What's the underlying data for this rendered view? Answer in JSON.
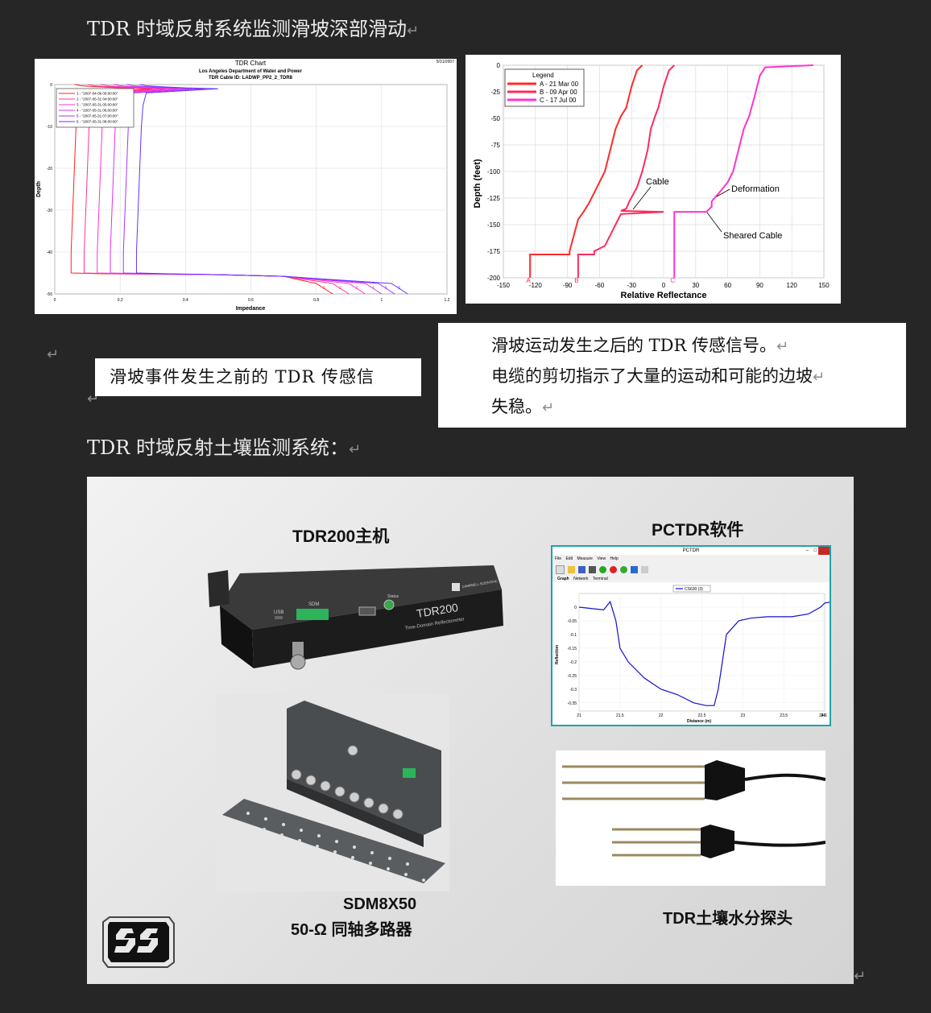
{
  "section1": {
    "title": "TDR 时域反射系统监测滑坡深部滑动"
  },
  "chart_left": {
    "title": "TDR Chart",
    "subtitle1": "Los Angeles Department of Water and Power",
    "subtitle2": "TDR Cable ID: LADWP_PP2_2_TDR8",
    "date": "5/31/2007",
    "xlabel": "Impedance",
    "ylabel": "Depth",
    "xticks": [
      "0",
      "0.2",
      "0.4",
      "0.6",
      "0.8",
      "1",
      "1.2"
    ],
    "yticks": [
      "0",
      "-10",
      "-20",
      "-30",
      "-40",
      "-50"
    ],
    "legend": [
      "1 - \"2007-04-06 00:00:00\"",
      "2 - \"2007-05-31 04:00:00\"",
      "3 - \"2007-05-31 05:00:00\"",
      "4 - \"2007-05-31 06:00:00\"",
      "5 - \"2007-05-31 07:00:00\"",
      "6 - \"2007-05-31 08:00:00\""
    ],
    "end_labels": [
      "1",
      "2",
      "3",
      "4",
      "5",
      "6"
    ]
  },
  "chart_right": {
    "xlabel": "Relative Reflectance",
    "ylabel": "Depth (feet)",
    "xticks": [
      "-150",
      "-120",
      "-90",
      "-60",
      "-30",
      "0",
      "30",
      "60",
      "90",
      "120",
      "150"
    ],
    "yticks": [
      "0",
      "-25",
      "-50",
      "-75",
      "-100",
      "-125",
      "-150",
      "-175",
      "-200"
    ],
    "legend_title": "Legend",
    "legend": [
      "A - 21 Mar 00",
      "B - 09 Apr 00",
      "C - 17 Jul 00"
    ],
    "markers": [
      "A",
      "B",
      "C"
    ],
    "annotations": {
      "cable": "Cable",
      "deformation": "Deformation",
      "sheared": "Sheared Cable"
    }
  },
  "chart_data": [
    {
      "type": "line",
      "title": "TDR Chart",
      "xlabel": "Impedance",
      "ylabel": "Depth",
      "xlim": [
        0,
        1.2
      ],
      "ylim": [
        -50,
        0
      ],
      "series": [
        {
          "name": "1 - \"2007-04-06 00:00:00\"",
          "color": "#ff2020",
          "offset": 0.0,
          "end_impedance": 0.85
        },
        {
          "name": "2 - \"2007-05-31 04:00:00\"",
          "color": "#ff3399",
          "offset": 0.04,
          "end_impedance": 0.9
        },
        {
          "name": "3 - \"2007-05-31 05:00:00\"",
          "color": "#ff33cc",
          "offset": 0.08,
          "end_impedance": 0.95
        },
        {
          "name": "4 - \"2007-05-31 06:00:00\"",
          "color": "#dd33ee",
          "offset": 0.12,
          "end_impedance": 1.0
        },
        {
          "name": "5 - \"2007-05-31 07:00:00\"",
          "color": "#aa33ff",
          "offset": 0.16,
          "end_impedance": 1.04
        },
        {
          "name": "6 - \"2007-05-31 08:00:00\"",
          "color": "#6633ff",
          "offset": 0.2,
          "end_impedance": 1.08
        }
      ],
      "shape_x": [
        0.06,
        0.07,
        0.08,
        0.12,
        0.2,
        0.3,
        0.08,
        0.07,
        0.065,
        0.06,
        0.055,
        0.05,
        0.05,
        0.05
      ],
      "shape_y": [
        0,
        -0.1,
        -0.3,
        -0.5,
        -0.8,
        -1,
        -2,
        -5,
        -10,
        -20,
        -30,
        -40,
        -44,
        -45
      ]
    },
    {
      "type": "line",
      "xlabel": "Relative Reflectance",
      "ylabel": "Depth (feet)",
      "xlim": [
        -150,
        150
      ],
      "ylim": [
        -200,
        0
      ],
      "series": [
        {
          "name": "A - 21 Mar 00",
          "color": "#ff2a2a",
          "x": [
            -20,
            -25,
            -30,
            -35,
            -40,
            -45,
            -50,
            -55,
            -60,
            -65,
            -70,
            -75,
            -80,
            -88,
            -88,
            -110,
            -125,
            -125
          ],
          "y": [
            0,
            -5,
            -20,
            -40,
            -48,
            -60,
            -80,
            -100,
            -110,
            -120,
            -130,
            -138,
            -145,
            -175,
            -178,
            -178,
            -178,
            -200
          ]
        },
        {
          "name": "B - 09 Apr 00",
          "color": "#ff2a5a",
          "x": [
            10,
            5,
            0,
            -5,
            -8,
            -12,
            -15,
            -20,
            -25,
            -32,
            -35,
            -40,
            0,
            -40,
            -45,
            -50,
            -55,
            -65,
            -65,
            -75,
            -80,
            -80
          ],
          "y": [
            0,
            -5,
            -20,
            -40,
            -48,
            -60,
            -80,
            -100,
            -115,
            -128,
            -135,
            -137,
            -138,
            -140,
            -150,
            -160,
            -170,
            -175,
            -178,
            -178,
            -178,
            -200
          ]
        },
        {
          "name": "C - 17 Jul 00",
          "color": "#ff33cc",
          "x": [
            140,
            95,
            90,
            85,
            80,
            75,
            70,
            65,
            60,
            52,
            45,
            45,
            40,
            10,
            10,
            10
          ],
          "y": [
            0,
            -2,
            -10,
            -30,
            -48,
            -60,
            -80,
            -100,
            -110,
            -120,
            -128,
            -133,
            -138,
            -138,
            -160,
            -200
          ]
        }
      ]
    },
    {
      "type": "line",
      "xlabel": "Distance (m)",
      "ylabel": "Reflection",
      "legend": "CS630 (3)",
      "xlim": [
        21,
        24
      ],
      "ylim": [
        -0.38,
        0.05
      ],
      "series": [
        {
          "name": "CS630 (3)",
          "color": "#1010d0",
          "x": [
            21.0,
            21.3,
            21.38,
            21.45,
            21.5,
            21.6,
            21.8,
            22.0,
            22.2,
            22.4,
            22.55,
            22.65,
            22.7,
            22.8,
            22.95,
            23.1,
            23.3,
            23.6,
            23.8,
            23.95,
            24.0,
            24.1
          ],
          "y": [
            0.0,
            -0.01,
            0.02,
            -0.05,
            -0.15,
            -0.2,
            -0.26,
            -0.3,
            -0.32,
            -0.35,
            -0.36,
            -0.36,
            -0.3,
            -0.1,
            -0.05,
            -0.04,
            -0.035,
            -0.035,
            -0.025,
            0.0,
            0.015,
            0.02
          ]
        }
      ]
    }
  ],
  "caption_left": "滑坡事件发生之前的 TDR 传感信",
  "caption_right": [
    "滑坡运动发生之后的 TDR 传感信号。",
    "电缆的剪切指示了大量的运动和可能的边坡",
    "失稳。"
  ],
  "section2": {
    "title": "TDR 时域反射土壤监测系统："
  },
  "slide": {
    "tdr200_label": "TDR200主机",
    "pctdr_label": "PCTDR软件",
    "sdm_label1": "SDM8X50",
    "sdm_label2": "50-Ω 同轴多路器",
    "probe_label": "TDR土壤水分探头",
    "device": {
      "name": "TDR200",
      "sub": "Time-Domain Reflectometer",
      "usb": "USB",
      "sdm": "SDM",
      "status": "Status",
      "brand": "CAMPBELL SCIENTIFIC"
    },
    "pctdr_window": {
      "title": "PCTDR",
      "menu": [
        "File",
        "Edit",
        "Measure",
        "View",
        "Help"
      ],
      "tabs": [
        "Graph",
        "Network",
        "Terminal"
      ],
      "xticks": [
        "21",
        "21.5",
        "22",
        "22.5",
        "23",
        "23.5",
        "24",
        "24.5"
      ],
      "yticks": [
        "0",
        "-0.05",
        "-0.1",
        "-0.15",
        "-0.2",
        "-0.25",
        "-0.3",
        "-0.35"
      ]
    }
  },
  "para_mark": "↵"
}
